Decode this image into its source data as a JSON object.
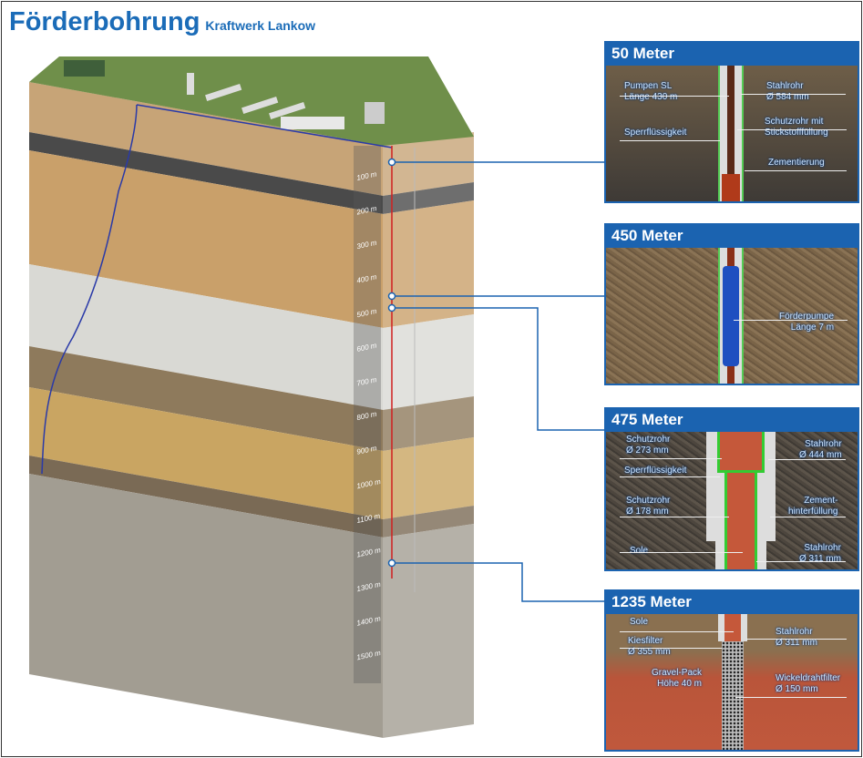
{
  "title": "Förderbohrung",
  "subtitle": "Kraftwerk Lankow",
  "depth_scale": [
    "100 m",
    "200 m",
    "300 m",
    "400 m",
    "500 m",
    "600 m",
    "700 m",
    "800 m",
    "900 m",
    "1000 m",
    "1100 m",
    "1200 m",
    "1300 m",
    "1400 m",
    "1500 m"
  ],
  "colors": {
    "accent": "#1b63b0",
    "well_red": "#d02020",
    "well_blue": "#2a3aa8"
  },
  "panels": [
    {
      "title": "50 Meter",
      "labels": [
        "Pumpen SL\nLänge 430 m",
        "Sperrflüssigkeit",
        "Stahlrohr\nØ 584 mm",
        "Schutzrohr mit\nStickstofffüllung",
        "Zementierung"
      ]
    },
    {
      "title": "450 Meter",
      "labels": [
        "Förderpumpe\nLänge 7 m"
      ]
    },
    {
      "title": "475 Meter",
      "labels": [
        "Schutzrohr\nØ 273 mm",
        "Sperrflüssigkeit",
        "Schutzrohr\nØ 178 mm",
        "Sole",
        "Stahlrohr\nØ 444 mm",
        "Zement-\nhinterfüllung",
        "Stahlrohr\nØ 311 mm"
      ]
    },
    {
      "title": "1235 Meter",
      "labels": [
        "Sole",
        "Kiesfilter\nØ 355 mm",
        "Gravel-Pack\nHöhe 40 m",
        "Stahlrohr\nØ 311 mm",
        "Wickeldrahtfilter\nØ 150 mm"
      ]
    }
  ]
}
